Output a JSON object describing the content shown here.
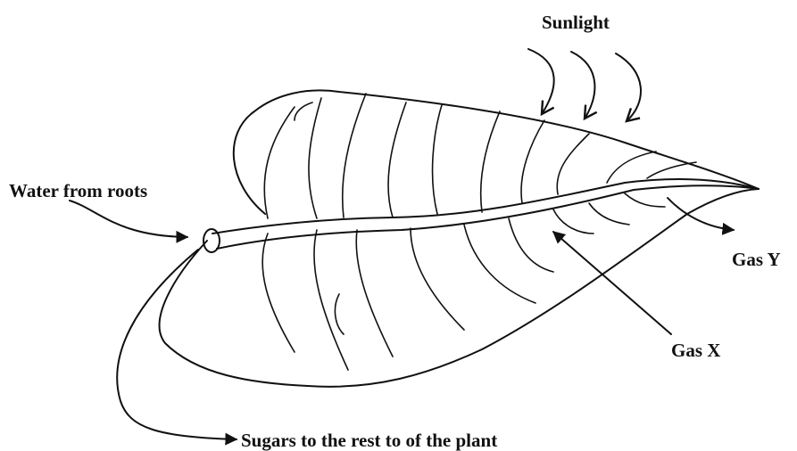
{
  "labels": {
    "sunlight": "Sunlight",
    "water": "Water from roots",
    "gas_y": "Gas Y",
    "gas_x": "Gas X",
    "sugars": "Sugars to the rest to of the plant"
  }
}
